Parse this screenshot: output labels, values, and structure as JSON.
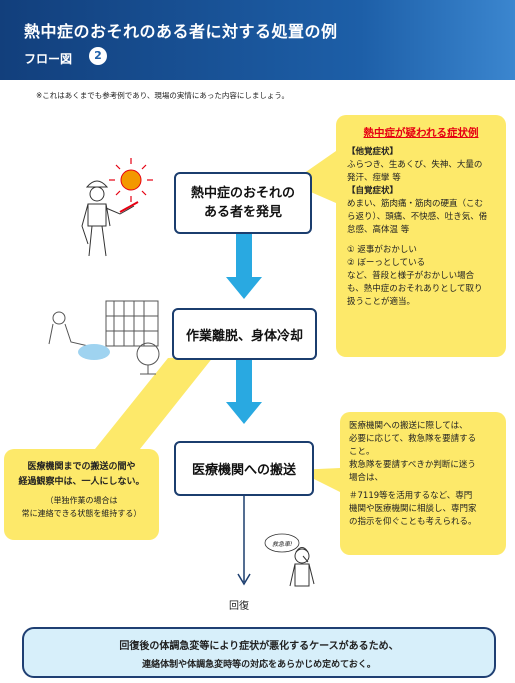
{
  "header": {
    "title": "熱中症のおそれのある者に対する処置の例",
    "subtitle": "フロー図",
    "badge": "2"
  },
  "note": "※これはあくまでも参考例であり、現場の実情にあった内容にしましょう。",
  "flow": {
    "step1": [
      "熱中症のおそれの",
      "ある者を発見"
    ],
    "step2": "作業離脱、身体冷却",
    "step3": "医療機関への搬送",
    "end": "回復"
  },
  "symptoms": {
    "title": "熱中症が疑われる症状例",
    "other_head": "【他覚症状】",
    "other_body": [
      "ふらつき、生あくび、失神、大量の",
      "発汗、痙攣 等"
    ],
    "self_head": "【自覚症状】",
    "self_body": [
      "めまい、筋肉痛・筋肉の硬直（こむ",
      "ら返り）、頭痛、不快感、吐き気、倦",
      "怠感、高体温 等"
    ],
    "item1": "① 返事がおかしい",
    "item2": "② ぼーっとしている",
    "tail": [
      "など、普段と様子がおかしい場合",
      "も、熱中症のおそれありとして取り",
      "扱うことが適当。"
    ]
  },
  "left_callout": {
    "line1": "医療機関までの搬送の間や",
    "line2": "経過観察中は、一人にしない。",
    "paren1": "（単独作業の場合は",
    "paren2": "常に連絡できる状態を維持する）"
  },
  "right_callout": {
    "lines": [
      "医療機関への搬送に際しては、",
      "必要に応じて、救急隊を要請する",
      "こと。",
      "救急隊を要請すべきか判断に迷う",
      "場合は、",
      "＃7119等を活用するなど、専門",
      "機関や医療機関に相談し、専門家",
      "の指示を仰ぐことも考えられる。"
    ]
  },
  "speech": "救急車!",
  "bottom": {
    "line1": "回復後の体調急変等により症状が悪化するケースがあるため、",
    "line2": "連絡体制や体調急変時等の対応をあらかじめ定めておく。"
  },
  "colors": {
    "header": "#1d5fa8",
    "callout": "#fde96a",
    "arrow": "#29a9e1",
    "box_border": "#1b3d6e",
    "symptom_title": "#e60012"
  }
}
